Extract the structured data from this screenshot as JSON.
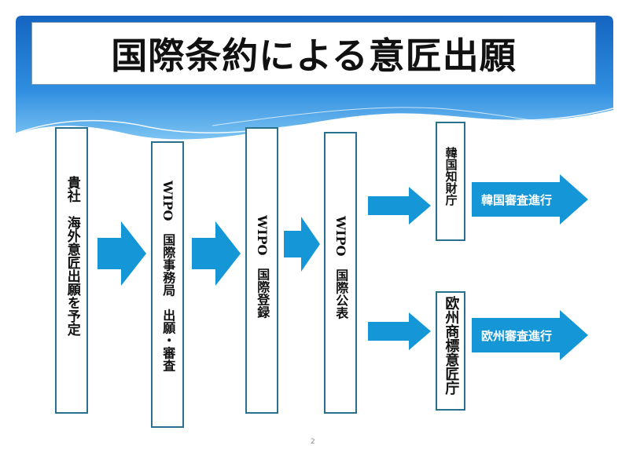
{
  "title": "国際条約による意匠出願",
  "steps": {
    "applicant": "貴社　海外意匠出願を予定",
    "wipo_office": "WIPO　国際事務局　出願・審査",
    "wipo_registration": "WIPO　国際登録",
    "wipo_publication": "WIPO　国際公表",
    "korea_office": "韓国知財庁",
    "eu_office": "欧州商標意匠庁"
  },
  "outcomes": {
    "korea": "韓国審査進行",
    "eu": "欧州審査進行"
  },
  "page_number": "2",
  "colors": {
    "header_blue": "#1f7fd0",
    "arrow_blue": "#1596d6",
    "box_border": "#2b6f8f"
  }
}
